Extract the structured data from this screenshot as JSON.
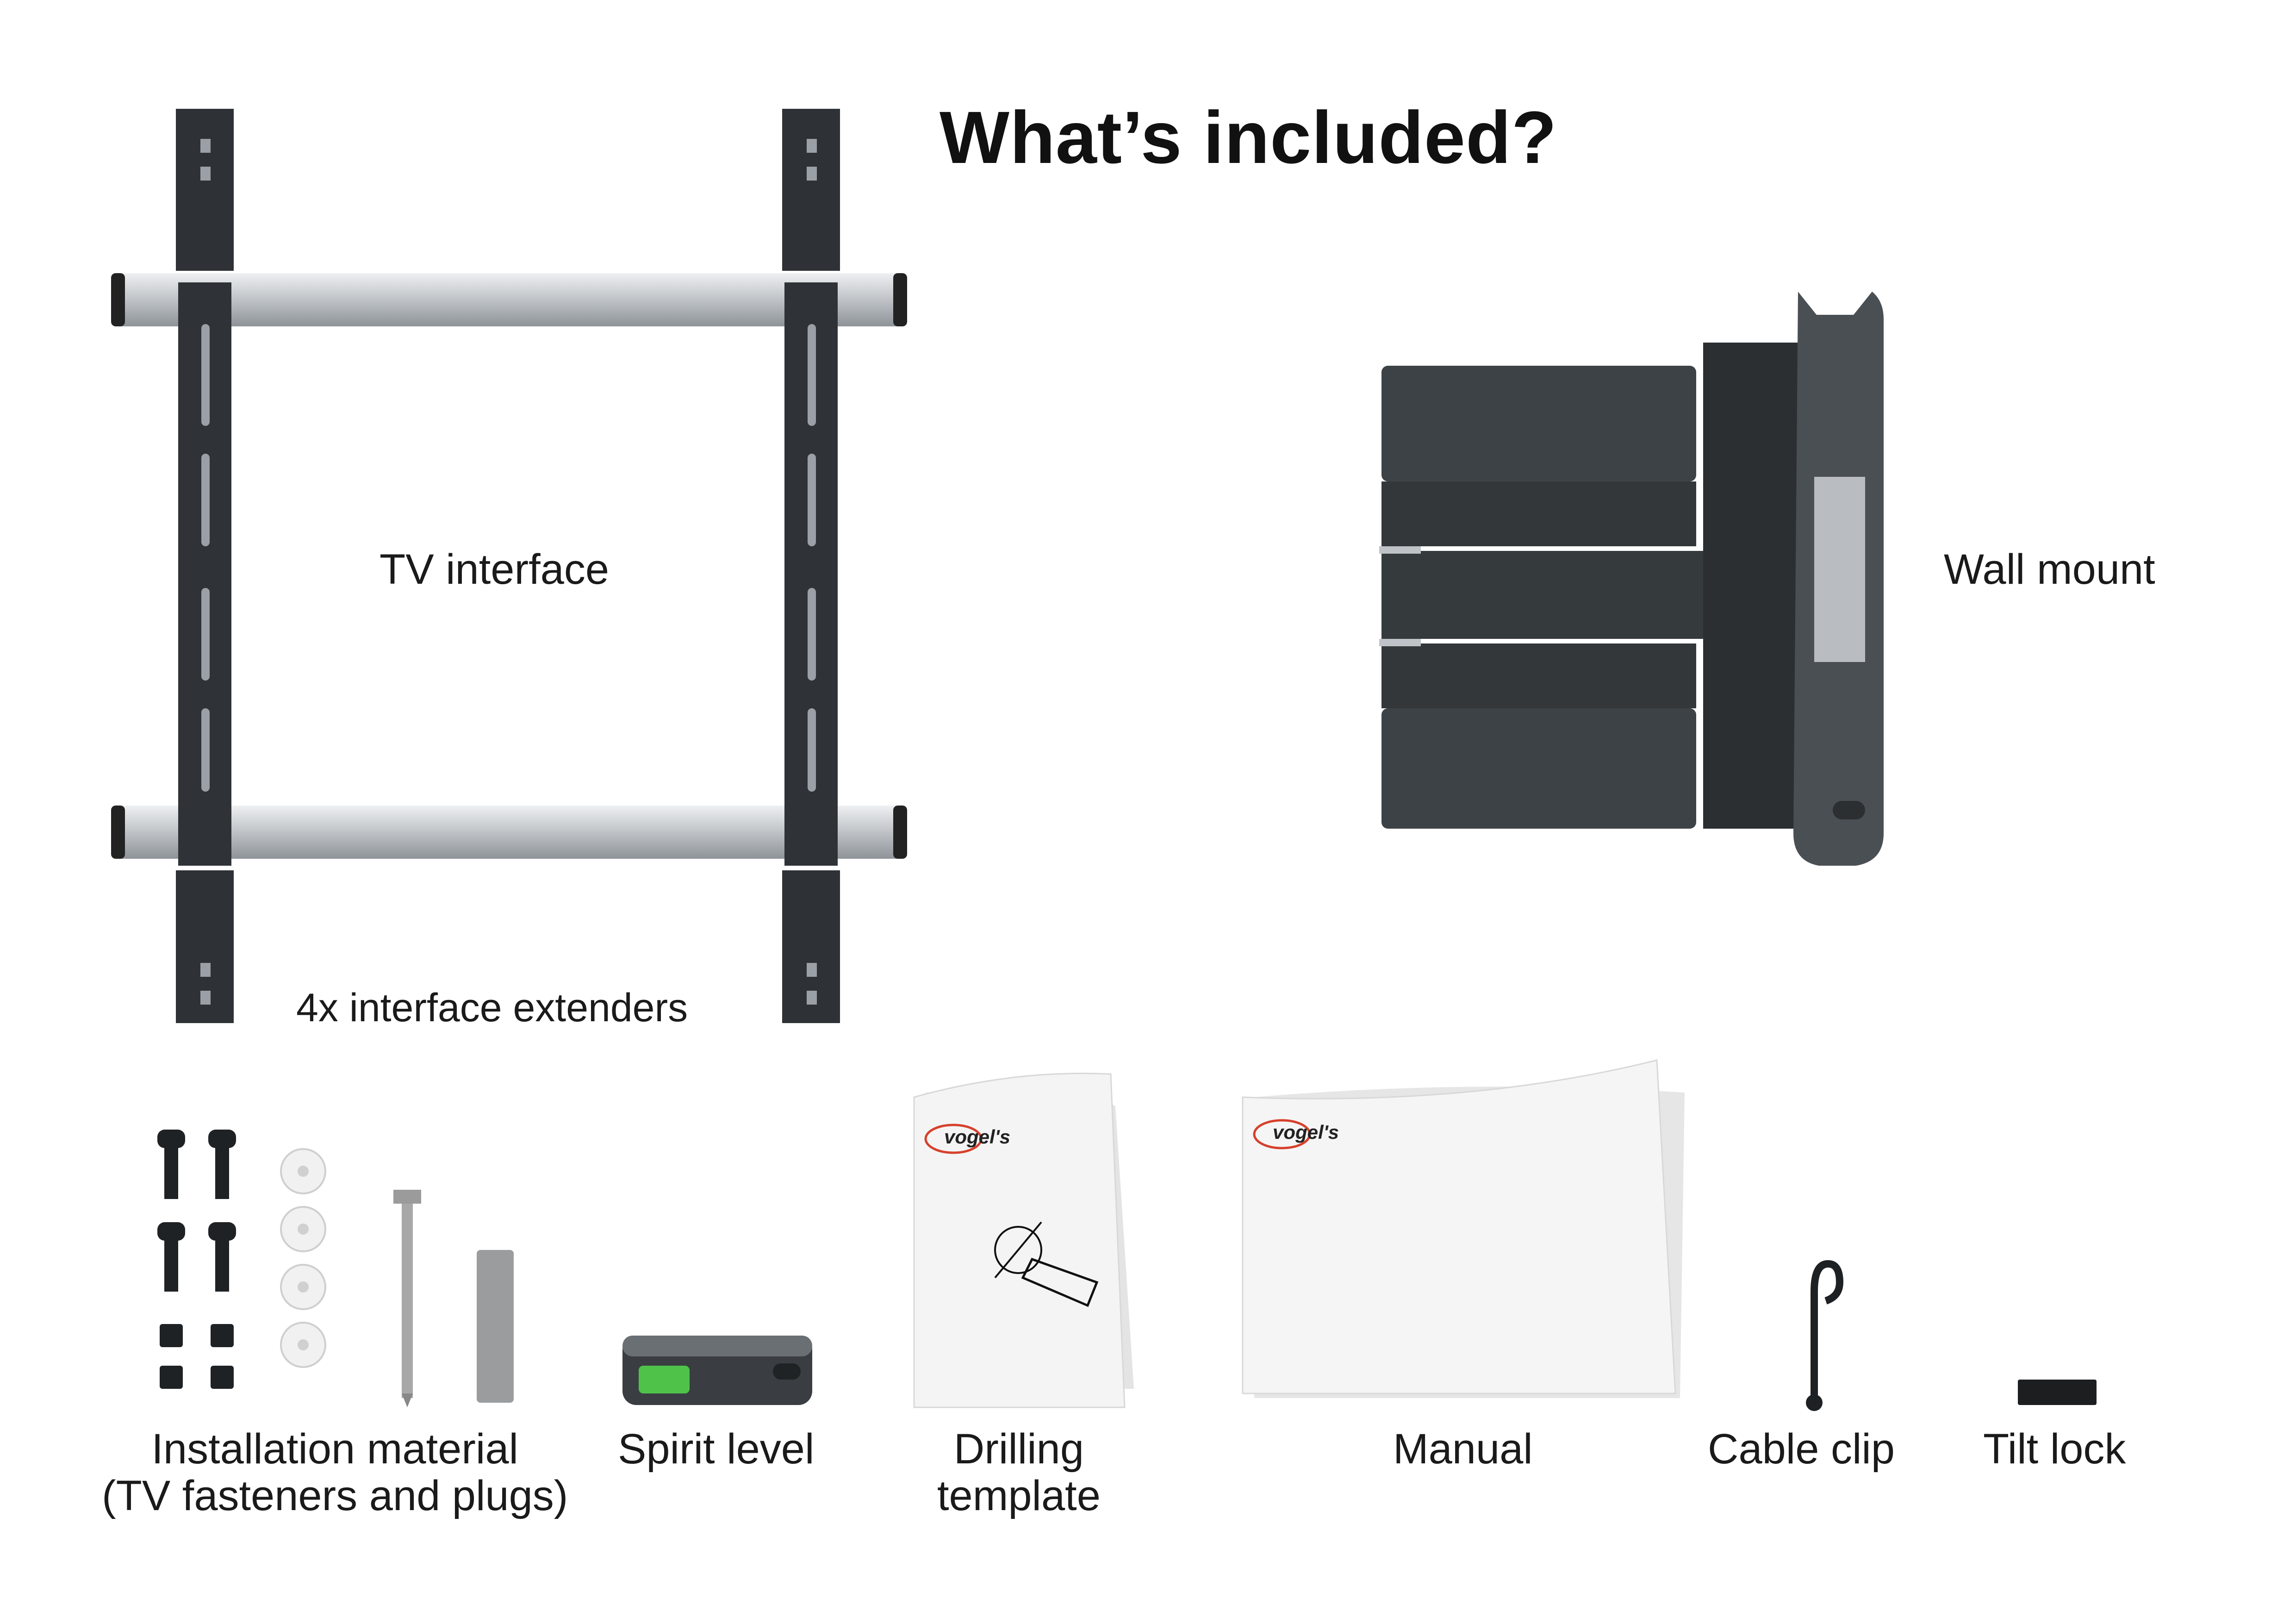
{
  "header": {
    "title": "What’s included?"
  },
  "labels": {
    "tv_interface": "TV interface",
    "interface_extenders": "4x interface extenders",
    "wall_mount": "Wall mount",
    "installation_material_line1": "Installation material",
    "installation_material_line2": "(TV fasteners and plugs)",
    "spirit_level": "Spirit level",
    "drilling_template_line1": "Drilling",
    "drilling_template_line2": "template",
    "manual": "Manual",
    "cable_clip": "Cable clip",
    "tilt_lock": "Tilt lock"
  },
  "brand": {
    "name": "vogel's",
    "accent": "#d6402b",
    "dark": "#3a3f44",
    "silver": "#c8cbcf"
  }
}
